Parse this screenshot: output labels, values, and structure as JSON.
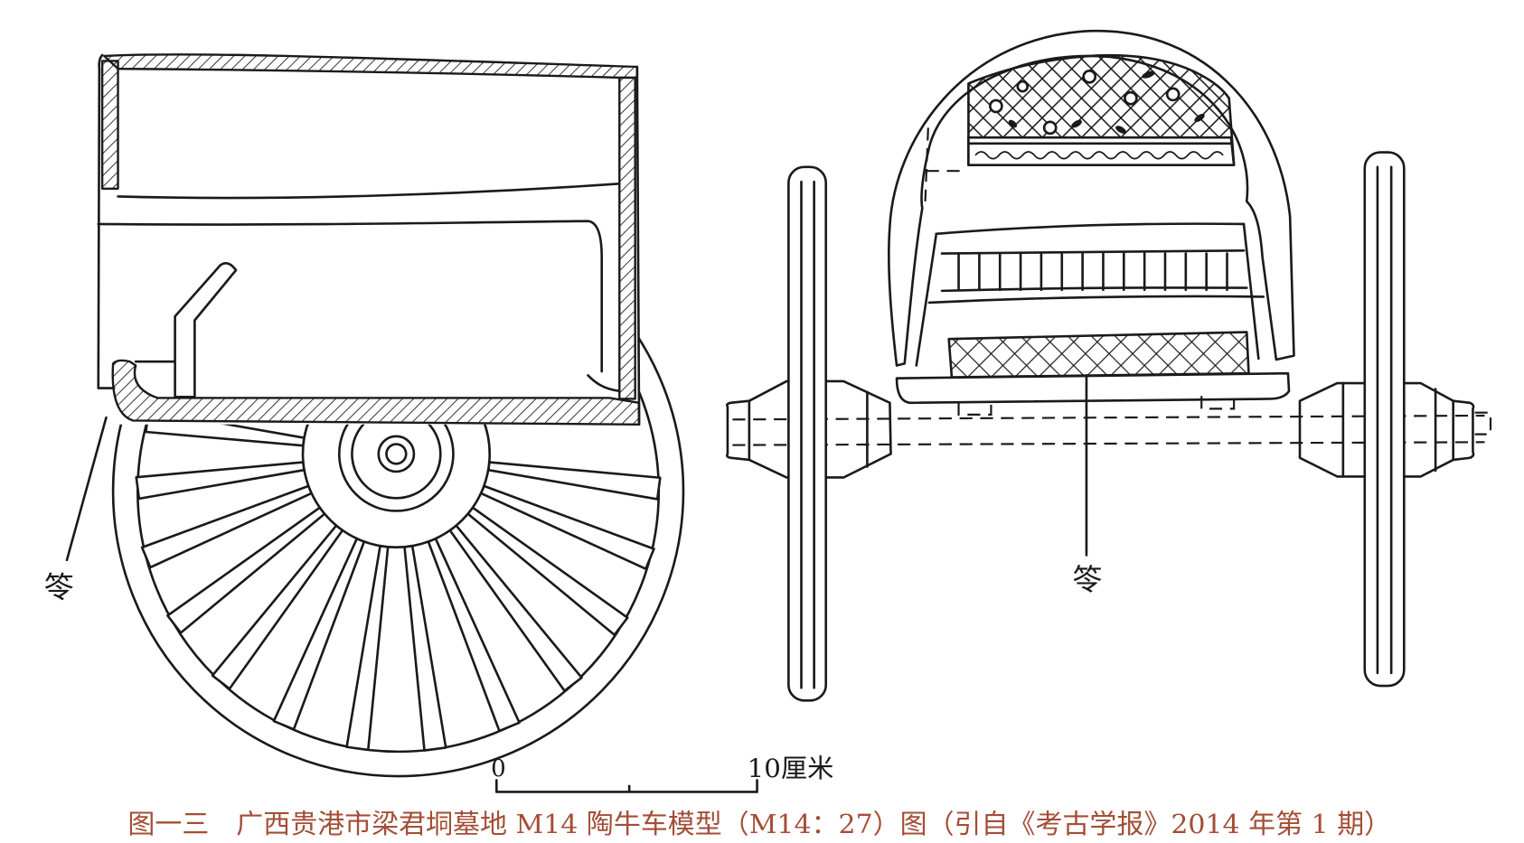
{
  "figure": {
    "label_left": "笭",
    "label_right": "笭",
    "scale_zero": "0",
    "scale_end": "10厘米",
    "caption": "图一三　广西贵港市梁君垌墓地 M14 陶牛车模型（M14：27）图（引自《考古学报》2014 年第 1 期）",
    "caption_color": "#a34e36"
  }
}
